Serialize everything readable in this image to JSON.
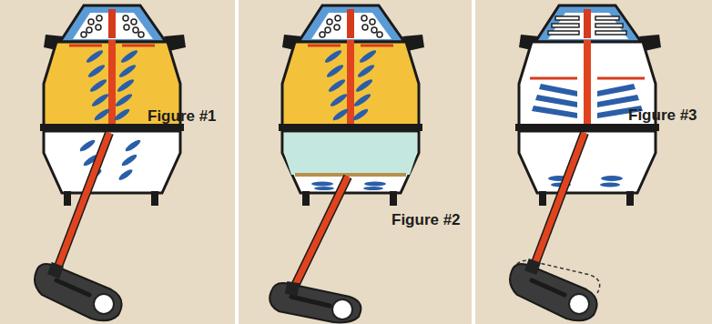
{
  "diagram": {
    "nodes": [
      {
        "text": [
          "Figure #1"
        ]
      },
      {
        "text": [
          "Figure #2"
        ]
      },
      {
        "text": [
          "Figure #3"
        ]
      }
    ]
  }
}
